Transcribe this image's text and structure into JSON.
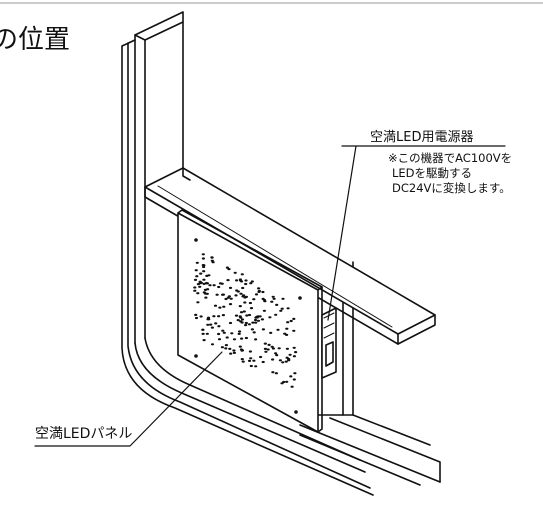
{
  "diagram": {
    "heading": "の位置",
    "callouts": {
      "power_supply": {
        "label": "空満LED用電源器",
        "note_lines": [
          "※この機器でAC100Vを",
          "LEDを駆動する",
          "DC24Vに変換します。"
        ]
      },
      "panel": {
        "label": "空満LEDパネル"
      }
    }
  },
  "colors": {
    "line": "#111111",
    "background": "#ffffff"
  }
}
